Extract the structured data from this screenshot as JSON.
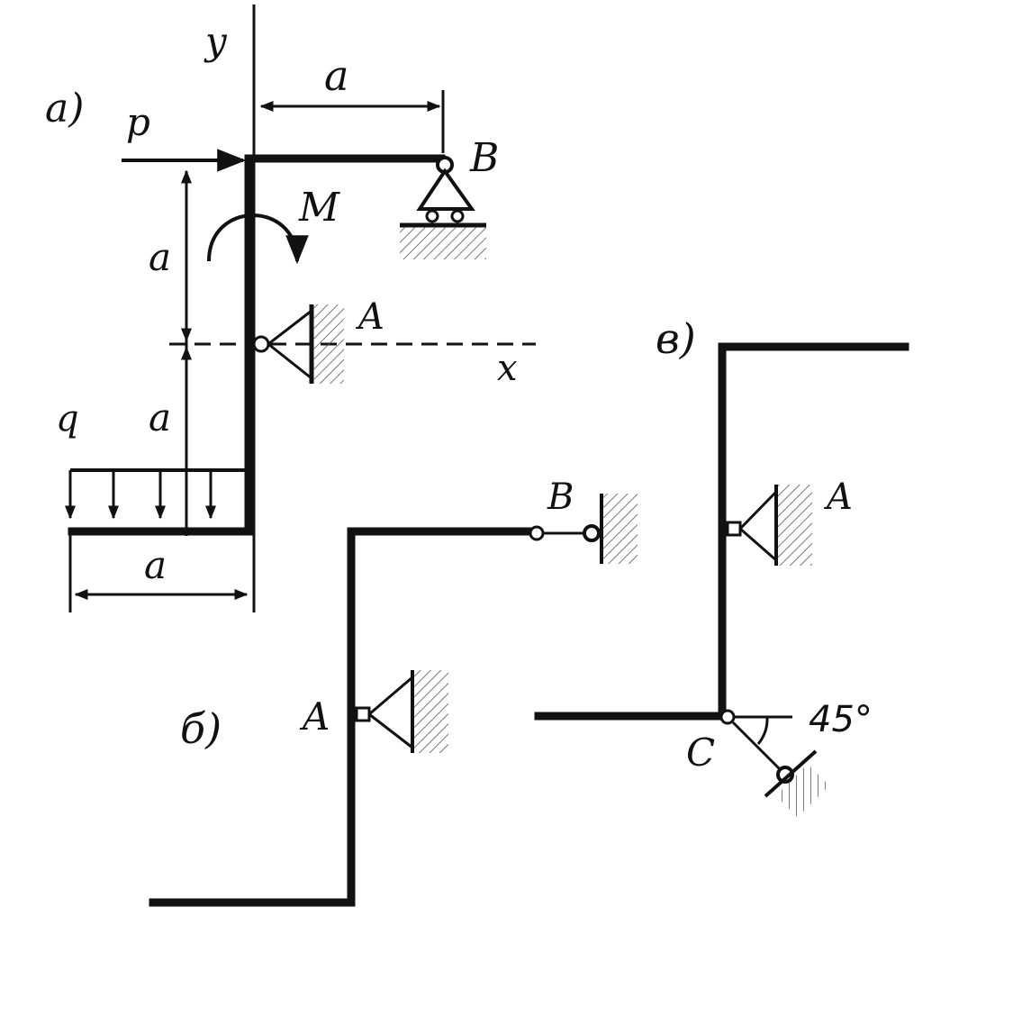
{
  "diagram_a": {
    "label": "a)",
    "axis_y": "y",
    "axis_x": "x",
    "force_p": "p",
    "moment_m": "M",
    "load_q": "q",
    "dim_top": "a",
    "dim_left_upper": "a",
    "dim_left_lower": "a",
    "dim_bottom": "a",
    "support_a": "A",
    "support_b": "B"
  },
  "diagram_b": {
    "label": "б)",
    "support_a": "A",
    "support_b": "B"
  },
  "diagram_v": {
    "label": "в)",
    "support_a": "A",
    "support_c": "C",
    "angle": "45°"
  }
}
